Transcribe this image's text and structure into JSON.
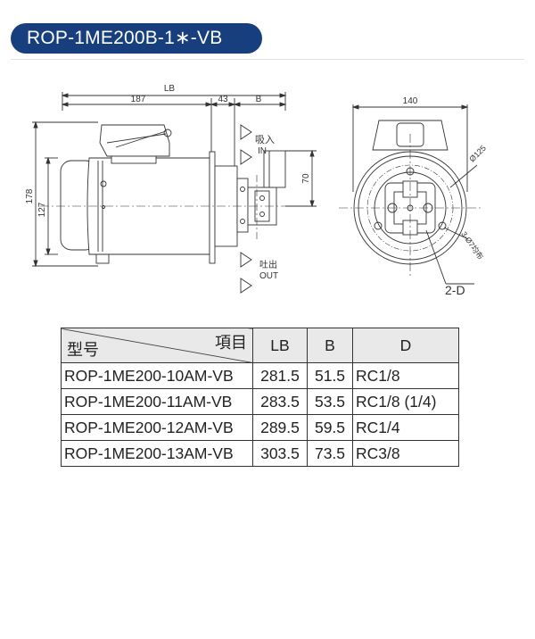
{
  "title": "ROP-1ME200B-1∗-VB",
  "drawing": {
    "dim_lb": "LB",
    "dim_187": "187",
    "dim_43": "43",
    "dim_b": "B",
    "dim_127": "127",
    "dim_178": "178",
    "dim_70": "70",
    "dim_140": "140",
    "dim_phi125": "Ø125",
    "dim_holes": "3-Ø7均布",
    "label_2d": "2-D",
    "inlet_cn": "吸入",
    "inlet_en": "IN",
    "outlet_cn": "吐出",
    "outlet_en": "OUT"
  },
  "table": {
    "header_item": "項目",
    "header_model": "型号",
    "col_lb": "LB",
    "col_b": "B",
    "col_d": "D",
    "rows": [
      {
        "model": "ROP-1ME200-10AM-VB",
        "lb": "281.5",
        "b": "51.5",
        "d": "RC1/8"
      },
      {
        "model": "ROP-1ME200-11AM-VB",
        "lb": "283.5",
        "b": "53.5",
        "d": "RC1/8 (1/4)"
      },
      {
        "model": "ROP-1ME200-12AM-VB",
        "lb": "289.5",
        "b": "59.5",
        "d": "RC1/4"
      },
      {
        "model": "ROP-1ME200-13AM-VB",
        "lb": "303.5",
        "b": "73.5",
        "d": "RC3/8"
      }
    ]
  }
}
